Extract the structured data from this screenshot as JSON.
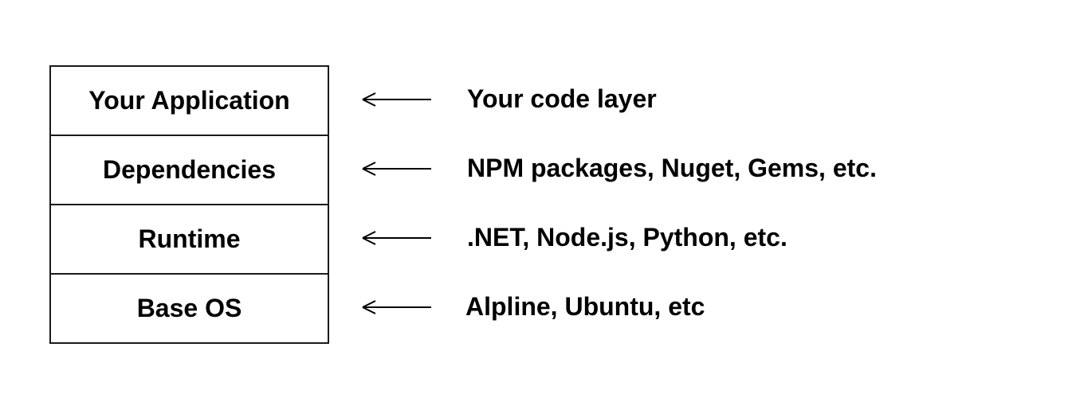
{
  "layers": [
    {
      "label": "Your Application",
      "description": "Your code layer"
    },
    {
      "label": "Dependencies",
      "description": "NPM packages, Nuget, Gems, etc."
    },
    {
      "label": "Runtime",
      "description": ".NET, Node.js, Python, etc."
    },
    {
      "label": "Base OS",
      "description": "Alpline, Ubuntu, etc"
    }
  ],
  "colors": {
    "stroke": "#1a1a1a",
    "text": "#000000",
    "background": "#ffffff"
  },
  "icons": {
    "arrow": "arrow-left-icon"
  }
}
